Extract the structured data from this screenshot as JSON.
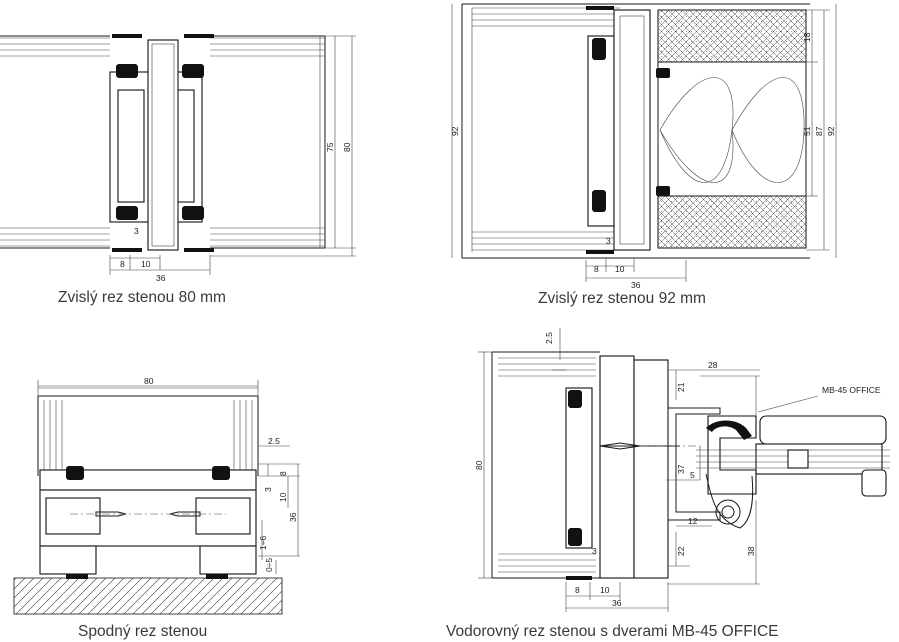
{
  "captions": {
    "top_left": "Zvislý rez stenou 80 mm",
    "top_right": "Zvislý rez stenou 92 mm",
    "bottom_left": "Spodný rez stenou",
    "bottom_right": "Vodorovný rez stenou s dverami  MB-45 OFFICE"
  },
  "dims": {
    "tl": {
      "d8": "8",
      "d10": "10",
      "d36": "36",
      "d75": "75",
      "d80": "80",
      "d3": "3"
    },
    "tr": {
      "d8": "8",
      "d10": "10",
      "d36": "36",
      "d92_left": "92",
      "d18": "18",
      "d51": "51",
      "d87": "87",
      "d92_right": "92",
      "d3": "3"
    },
    "bl": {
      "d80": "80",
      "d2_5": "2.5",
      "d8": "8",
      "d3": "3",
      "d10": "10",
      "d36": "36",
      "d1_6": "1÷6",
      "d0_5": "0÷5"
    },
    "br": {
      "d2_5": "2.5",
      "d28": "28",
      "d21": "21",
      "d80": "80",
      "d37": "37",
      "d5": "5",
      "d12": "12",
      "d22": "22",
      "d38": "38",
      "d8": "8",
      "d10": "10",
      "d36": "36",
      "d3": "3"
    }
  },
  "labels": {
    "product": "MB-45 OFFICE"
  }
}
